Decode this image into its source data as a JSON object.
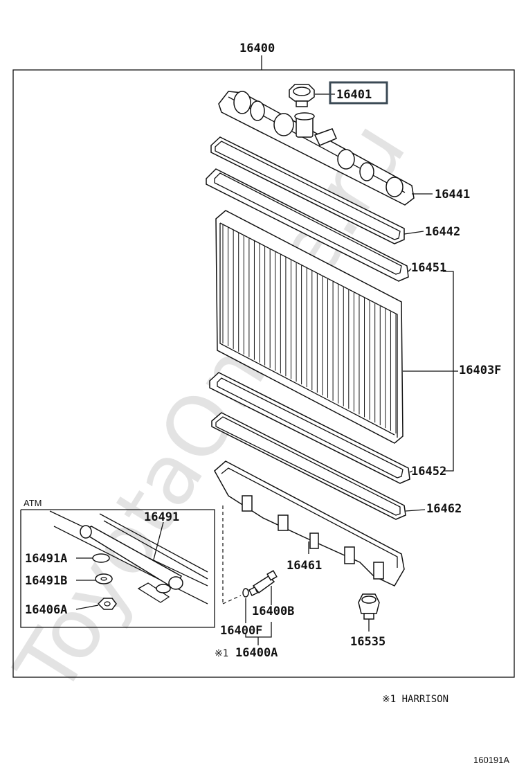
{
  "watermark": "ToyotaOnline.ru",
  "footer_code": "160191A",
  "note": "※1  HARRISON",
  "atm_label": "ATM",
  "highlight_color": "#3b4a55",
  "parts": {
    "p16400": "16400",
    "p16401": "16401",
    "p16441": "16441",
    "p16442": "16442",
    "p16451": "16451",
    "p16403F": "16403F",
    "p16452": "16452",
    "p16462": "16462",
    "p16461": "16461",
    "p16491": "16491",
    "p16491A": "16491A",
    "p16491B": "16491B",
    "p16406A": "16406A",
    "p16400B": "16400B",
    "p16400F": "16400F",
    "p16400A": "16400A",
    "p16400A_mark": "※1",
    "p16535": "16535"
  }
}
